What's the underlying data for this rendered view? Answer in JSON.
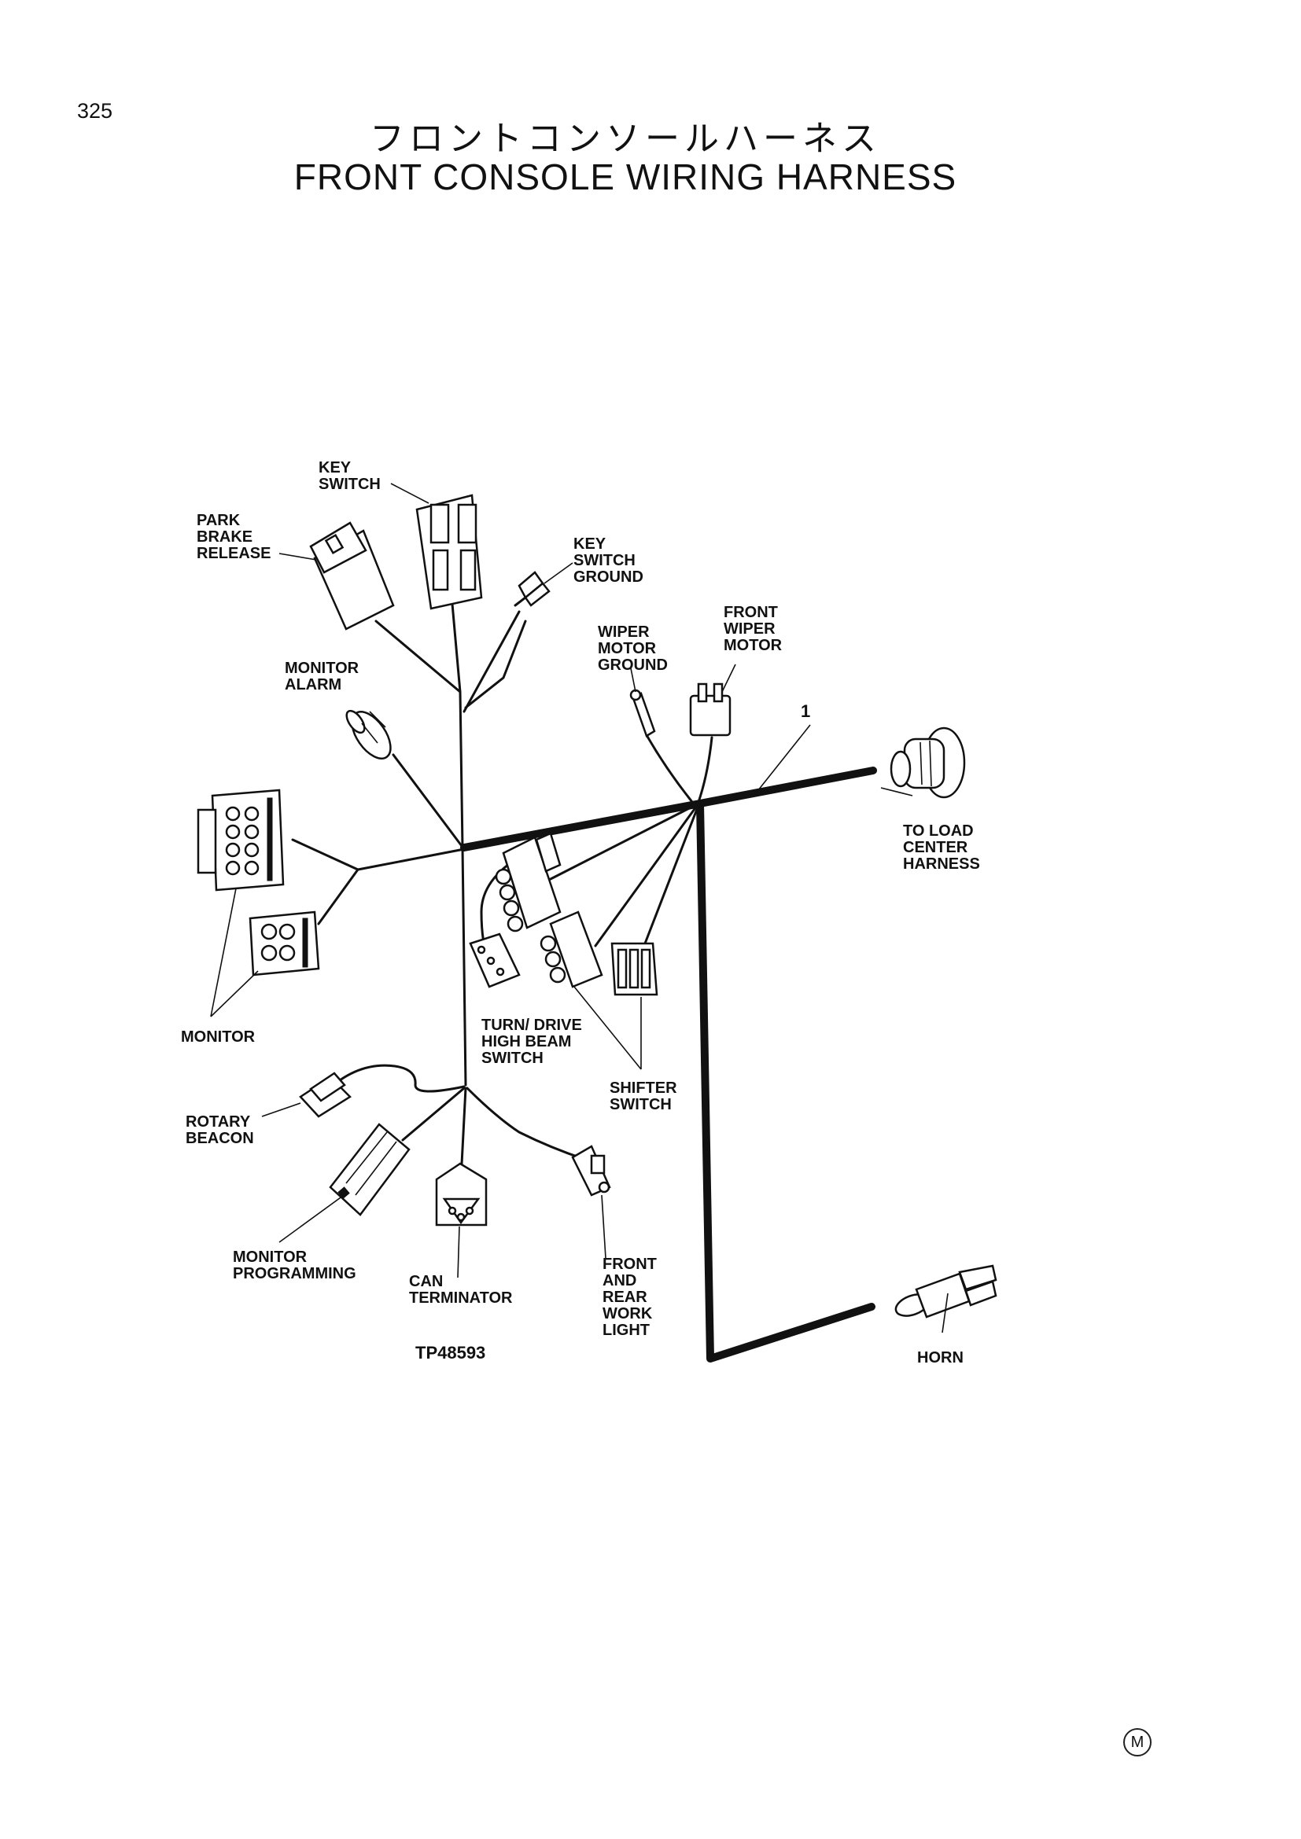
{
  "page": {
    "number": "325",
    "title_jp": "フロントコンソールハーネス",
    "title_en": "FRONT CONSOLE WIRING HARNESS",
    "mark": "M"
  },
  "diagram": {
    "figure_id": "TP48593",
    "item_number": "1",
    "labels": {
      "key_switch": [
        "KEY",
        "SWITCH"
      ],
      "park_brake_release": [
        "PARK",
        "BRAKE",
        "RELEASE"
      ],
      "key_switch_ground": [
        "KEY",
        "SWITCH",
        "GROUND"
      ],
      "front_wiper_motor": [
        "FRONT",
        "WIPER",
        "MOTOR"
      ],
      "wiper_motor_ground": [
        "WIPER",
        "MOTOR",
        "GROUND"
      ],
      "monitor_alarm": [
        "MONITOR",
        "ALARM"
      ],
      "to_load_center_harness": [
        "TO LOAD",
        "CENTER",
        "HARNESS"
      ],
      "monitor": [
        "MONITOR"
      ],
      "turn_drive_high_beam_switch": [
        "TURN/ DRIVE",
        "HIGH BEAM",
        "SWITCH"
      ],
      "shifter_switch": [
        "SHIFTER",
        "SWITCH"
      ],
      "rotary_beacon": [
        "ROTARY",
        "BEACON"
      ],
      "monitor_programming": [
        "MONITOR",
        "PROGRAMMING"
      ],
      "can_terminator": [
        "CAN",
        "TERMINATOR"
      ],
      "front_and_rear_work_light": [
        "FRONT",
        "AND",
        "REAR",
        "WORK",
        "LIGHT"
      ],
      "horn": [
        "HORN"
      ]
    }
  }
}
